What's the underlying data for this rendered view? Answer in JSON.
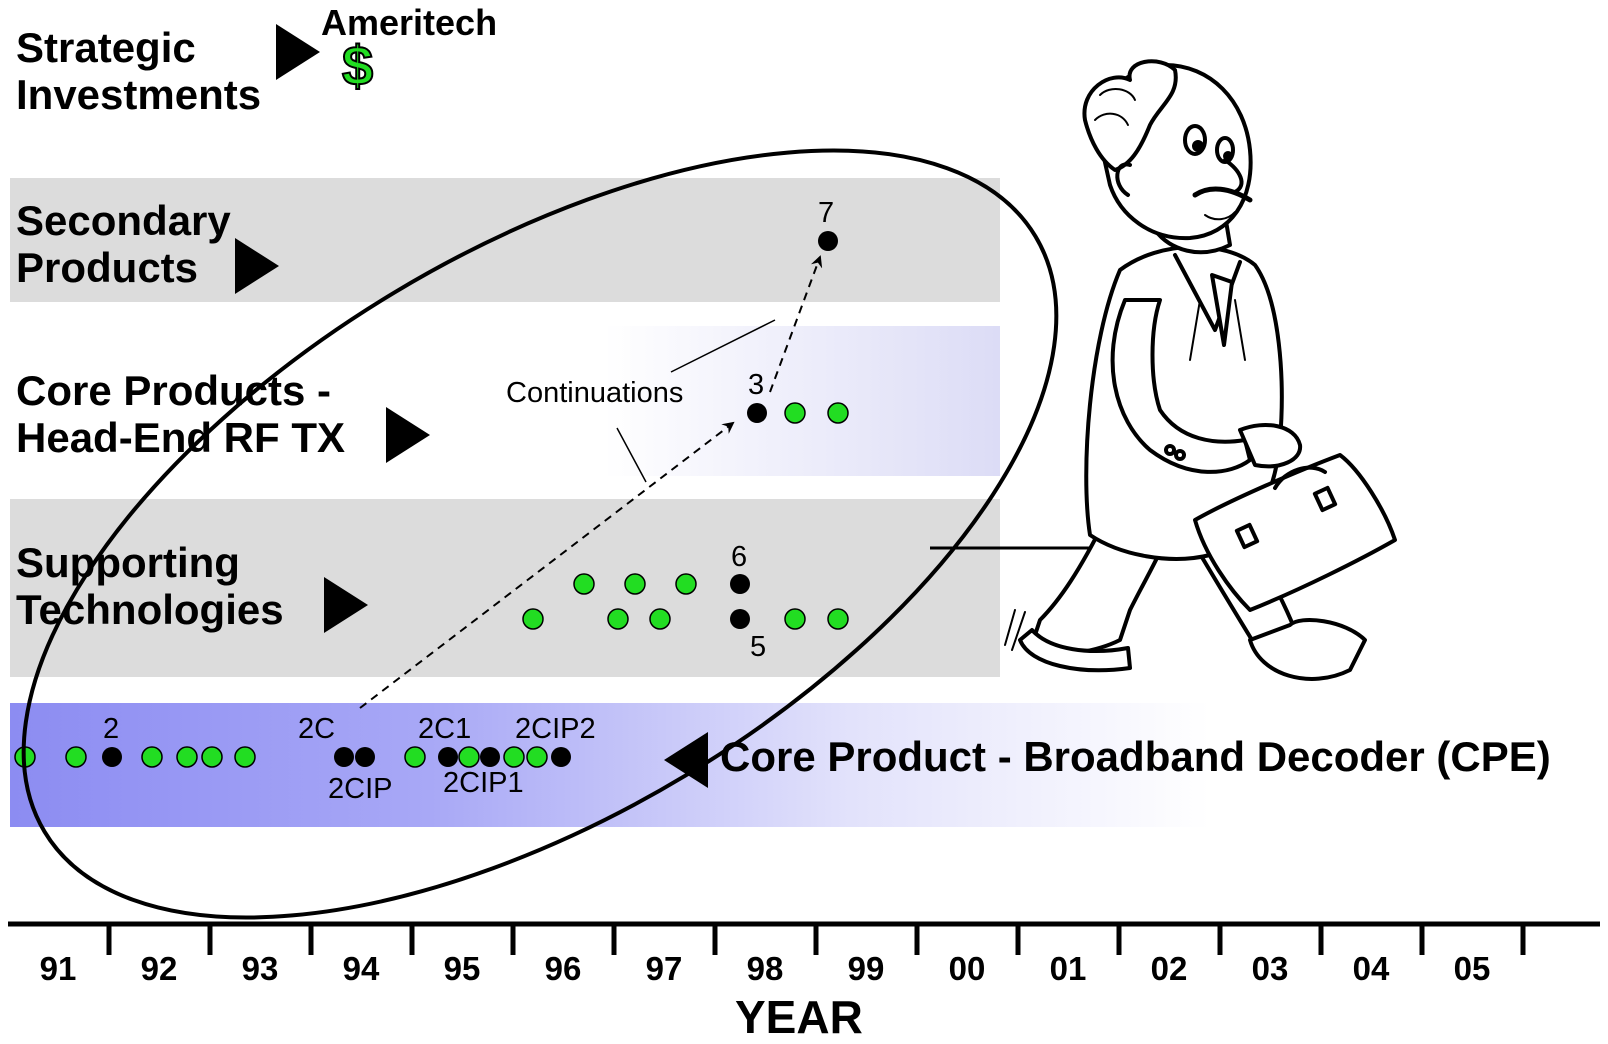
{
  "rows": {
    "strategic": {
      "line1": "Strategic",
      "line2": "Investments"
    },
    "secondary": {
      "line1": "Secondary",
      "line2": "Products"
    },
    "core_rf": {
      "line1": "Core Products -",
      "line2": "Head-End RF TX"
    },
    "supporting": {
      "line1": "Supporting",
      "line2": "Technologies"
    },
    "cpe": {
      "label": "Core Product - Broadband Decoder (CPE)"
    }
  },
  "investor": {
    "name": "Ameritech",
    "symbol": "$"
  },
  "annotation": {
    "continuations": "Continuations"
  },
  "point_labels": {
    "p2": "2",
    "p2C": "2C",
    "p2CIP": "2CIP",
    "p2C1": "2C1",
    "p2CIP1": "2CIP1",
    "p2CIP2": "2CIP2",
    "p3": "3",
    "p5": "5",
    "p6": "6",
    "p7": "7"
  },
  "axis": {
    "title": "YEAR",
    "years": [
      "91",
      "92",
      "93",
      "94",
      "95",
      "96",
      "97",
      "98",
      "99",
      "00",
      "01",
      "02",
      "03",
      "04",
      "05"
    ]
  },
  "colors": {
    "green_dot": "#22dd22",
    "black_dot": "#000000",
    "dollar": "#22dd22",
    "cpe_band": "#8c8cf2",
    "gray_band": "#dcdcdc"
  },
  "icons": {
    "row_arrow": "right-triangle-icon",
    "cpe_arrow": "left-triangle-icon",
    "figure": "walking-businessman-illustration"
  }
}
